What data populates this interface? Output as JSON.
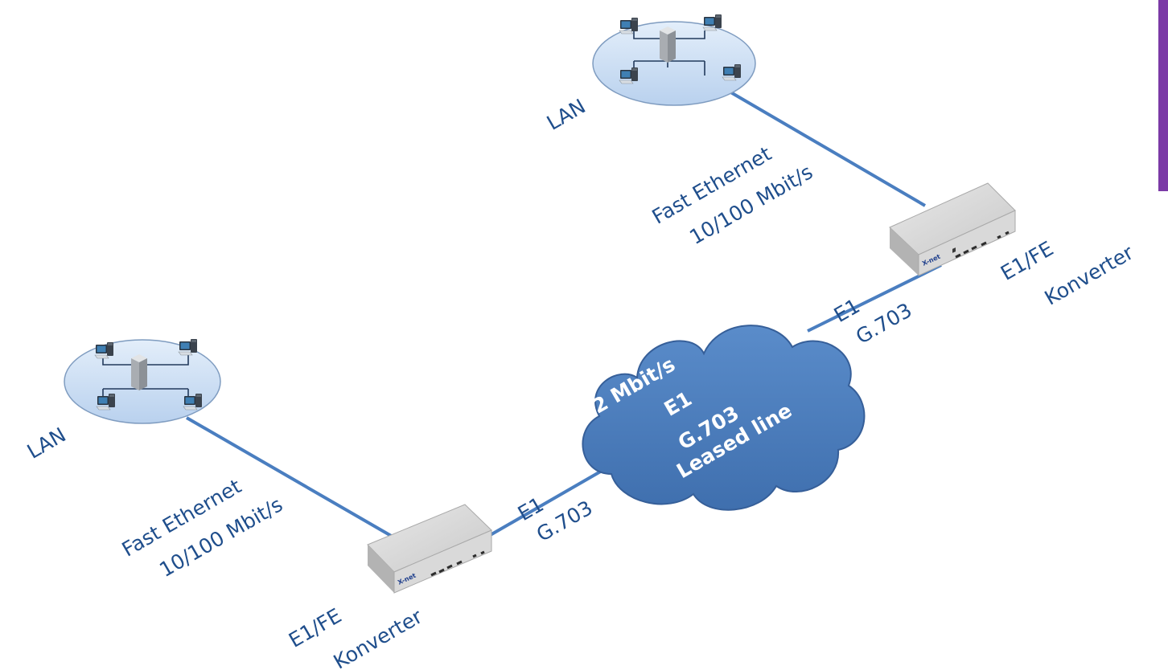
{
  "colors": {
    "link": "#4a7ec0",
    "label": "#1f4e8c",
    "cloud": "#4f81c1",
    "cloud_text": "#ffffff",
    "lan_disc": "#cfe0f3",
    "accent_bar": "#7b3aa6"
  },
  "lan_top": {
    "label": "LAN",
    "link_label_line1": "Fast Ethernet",
    "link_label_line2": "10/100 Mbit/s"
  },
  "lan_bottom": {
    "label": "LAN",
    "link_label_line1": "Fast Ethernet",
    "link_label_line2": "10/100 Mbit/s"
  },
  "converter_top": {
    "label_line1": "E1/FE",
    "label_line2": "Konverter",
    "badge": "X-net"
  },
  "converter_bottom": {
    "label_line1": "E1/FE",
    "label_line2": "Konverter",
    "badge": "X-net"
  },
  "e1_link_top": {
    "line1": "E1",
    "line2": "G.703"
  },
  "e1_link_bottom": {
    "line1": "E1",
    "line2": "G.703"
  },
  "cloud": {
    "line1": "2 Mbit/s",
    "line2": "E1",
    "line3": "G.703",
    "line4": "Leased line"
  },
  "icons": {
    "server": "server-icon",
    "workstation": "workstation-icon",
    "converter": "converter-device-icon",
    "cloud": "cloud-icon"
  }
}
